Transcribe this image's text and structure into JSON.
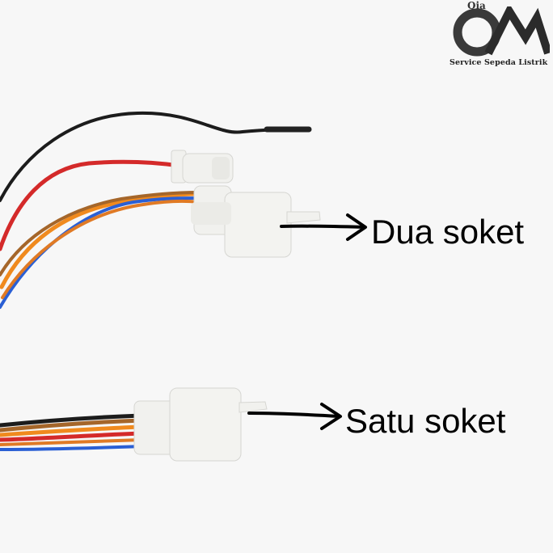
{
  "logo": {
    "small_text": "Qia",
    "tagline": "Service Sepeda Listrik"
  },
  "labels": {
    "top_connector": "Dua soket",
    "bottom_connector": "Satu soket"
  },
  "colors": {
    "background": "#f7f7f7",
    "wire_black": "#1c1c1c",
    "wire_red": "#d42a2a",
    "wire_orange": "#f08a1e",
    "wire_brown": "#a5662a",
    "wire_blue": "#2a5fd4",
    "connector": "#f1f1ee"
  }
}
